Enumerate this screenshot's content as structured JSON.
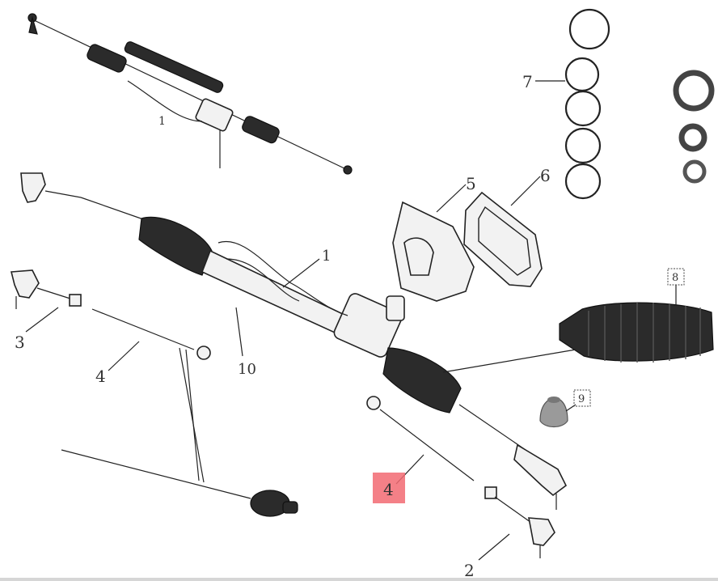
{
  "diagram": {
    "callouts": [
      {
        "id": "c1",
        "label": "1"
      },
      {
        "id": "c1-small",
        "label": "1"
      },
      {
        "id": "c2",
        "label": "2"
      },
      {
        "id": "c3",
        "label": "3"
      },
      {
        "id": "c4a",
        "label": "4"
      },
      {
        "id": "c4b",
        "label": "4"
      },
      {
        "id": "c5",
        "label": "5"
      },
      {
        "id": "c6",
        "label": "6"
      },
      {
        "id": "c7",
        "label": "7"
      },
      {
        "id": "c8",
        "label": "8"
      },
      {
        "id": "c9",
        "label": "9"
      },
      {
        "id": "c10",
        "label": "10"
      }
    ],
    "highlight_color": "#f26a72"
  }
}
